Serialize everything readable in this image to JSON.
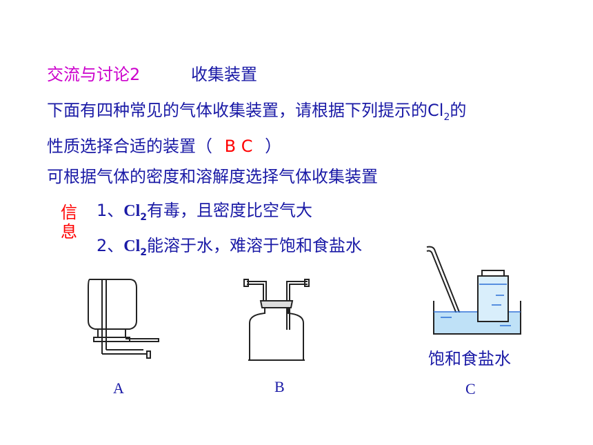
{
  "heading": {
    "title": "交流与讨论2",
    "subtitle": "收集装置"
  },
  "question": {
    "line1_pre": "下面有四种常见的气体收集装置，请根据下列提示的Cl",
    "line1_sub": "2",
    "line1_post": "的",
    "line2_pre": "性质选择合适的装置（",
    "answer": "B C",
    "line2_post": "）",
    "line3": "可根据气体的密度和溶解度选择气体收集装置"
  },
  "info": {
    "tag": "信息",
    "fact1_num": "1、",
    "fact1_chem": "Cl",
    "fact1_sub": "2",
    "fact1_text": "有毒，且密度比空气大",
    "fact2_num": "2、",
    "fact2_chem": "Cl",
    "fact2_sub": "2",
    "fact2_text": "能溶于水，难溶于饱和食盐水"
  },
  "apparatus": {
    "a_label": "A",
    "b_label": "B",
    "c_label": "C",
    "c_caption": "饱和食盐水"
  }
}
